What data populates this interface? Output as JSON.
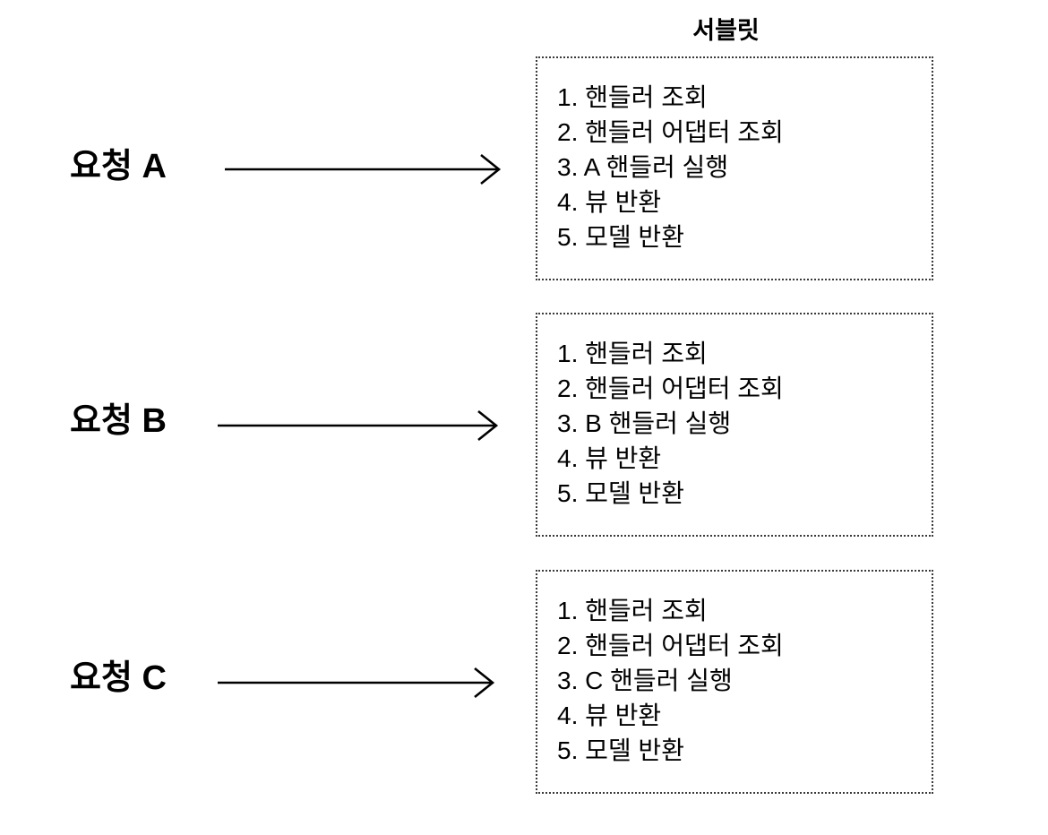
{
  "diagram": {
    "title": "서블릿",
    "rows": [
      {
        "request_label": "요청 A",
        "steps": [
          "1. 핸들러 조회",
          "2. 핸들러 어댑터 조회",
          "3. A 핸들러 실행",
          "4. 뷰 반환",
          "5. 모델 반환"
        ]
      },
      {
        "request_label": "요청 B",
        "steps": [
          "1. 핸들러 조회",
          "2. 핸들러 어댑터 조회",
          "3. B 핸들러 실행",
          "4. 뷰 반환",
          "5. 모델 반환"
        ]
      },
      {
        "request_label": "요청 C",
        "steps": [
          "1. 핸들러 조회",
          "2. 핸들러 어댑터 조회",
          "3. C 핸들러 실행",
          "4. 뷰 반환",
          "5. 모델 반환"
        ]
      }
    ],
    "colors": {
      "text": "#000000",
      "box_border": "#3a3a3a",
      "arrow": "#000000",
      "background": "#ffffff"
    }
  }
}
